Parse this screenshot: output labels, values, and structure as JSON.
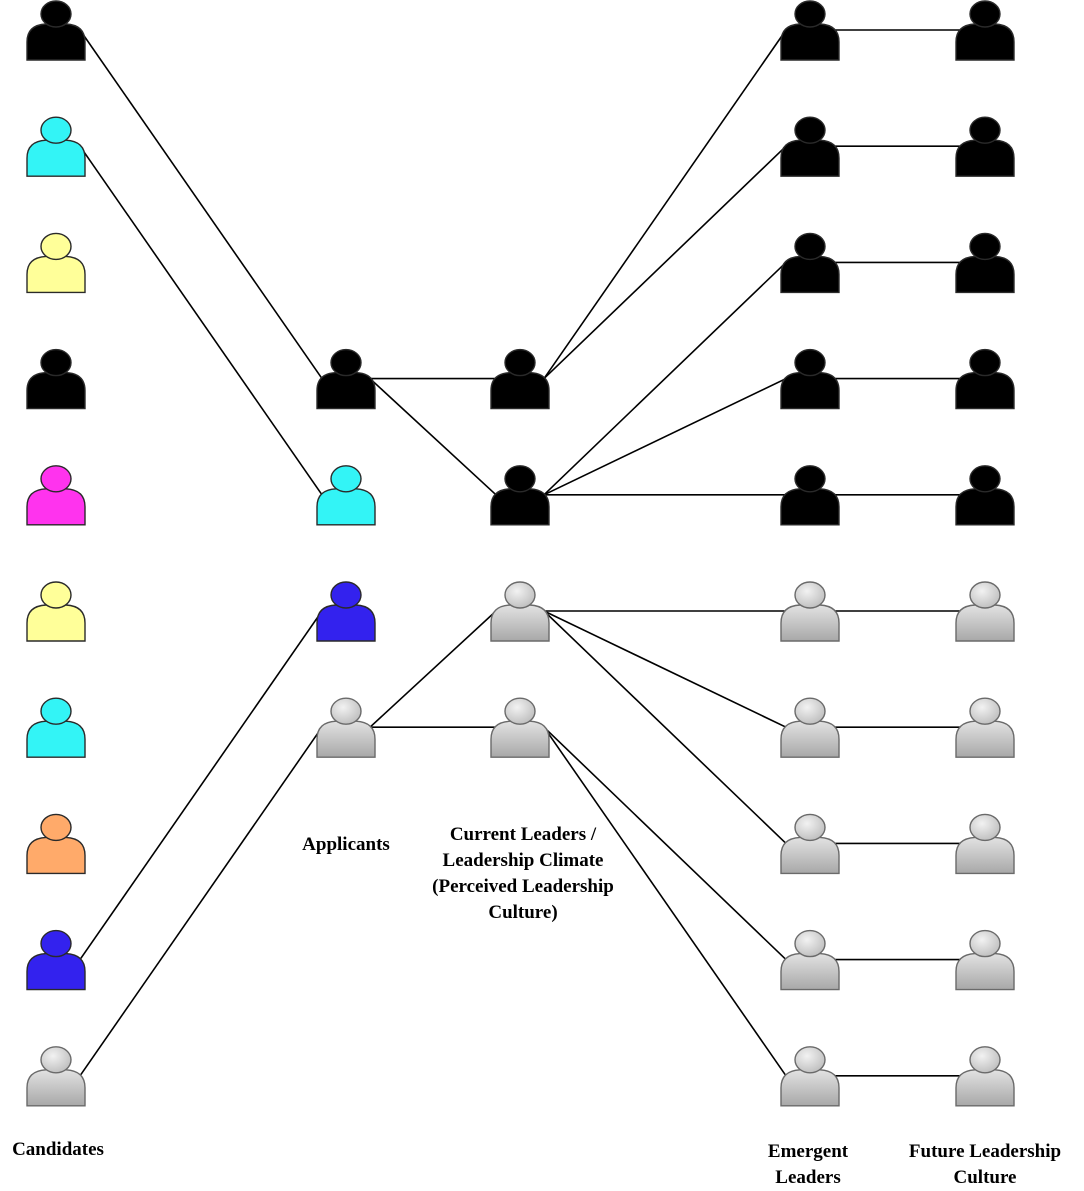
{
  "colors": {
    "black": "#000000",
    "cyan": "#33f4f6",
    "yellow": "#ffff99",
    "magenta": "#ff33ee",
    "blue": "#3322ee",
    "orange": "#ffaa6a",
    "gray": "#c0c0c0",
    "outline": "#2a2a2a",
    "line": "#000000"
  },
  "columns": {
    "candidates": {
      "label": "Candidates",
      "people": [
        "black",
        "cyan",
        "yellow",
        "black",
        "magenta",
        "yellow",
        "cyan",
        "orange",
        "blue",
        "gray"
      ]
    },
    "applicants": {
      "label": "Applicants",
      "people": [
        "black",
        "cyan",
        "blue",
        "gray"
      ]
    },
    "current_leaders": {
      "label_lines": [
        "Current Leaders /",
        "Leadership Climate",
        "(Perceived Leadership",
        "Culture)"
      ],
      "people": [
        "black",
        "black",
        "gray",
        "gray"
      ]
    },
    "emergent_leaders": {
      "label_lines": [
        "Emergent",
        "Leaders"
      ],
      "people": [
        "black",
        "black",
        "black",
        "black",
        "black",
        "gray",
        "gray",
        "gray",
        "gray",
        "gray"
      ]
    },
    "future_culture": {
      "label_lines": [
        "Future Leadership",
        "Culture"
      ],
      "people": [
        "black",
        "black",
        "black",
        "black",
        "black",
        "gray",
        "gray",
        "gray",
        "gray",
        "gray"
      ]
    }
  },
  "connections": [
    [
      "candidates.0",
      "applicants.0"
    ],
    [
      "candidates.1",
      "applicants.1"
    ],
    [
      "candidates.8",
      "applicants.2"
    ],
    [
      "candidates.9",
      "applicants.3"
    ],
    [
      "applicants.0",
      "current_leaders.0"
    ],
    [
      "applicants.0",
      "current_leaders.1"
    ],
    [
      "applicants.3",
      "current_leaders.2"
    ],
    [
      "applicants.3",
      "current_leaders.3"
    ],
    [
      "current_leaders.0",
      "emergent_leaders.0"
    ],
    [
      "current_leaders.0",
      "emergent_leaders.1"
    ],
    [
      "current_leaders.1",
      "emergent_leaders.2"
    ],
    [
      "current_leaders.1",
      "emergent_leaders.3"
    ],
    [
      "current_leaders.1",
      "emergent_leaders.4"
    ],
    [
      "current_leaders.2",
      "emergent_leaders.5"
    ],
    [
      "current_leaders.2",
      "emergent_leaders.6"
    ],
    [
      "current_leaders.2",
      "emergent_leaders.7"
    ],
    [
      "current_leaders.3",
      "emergent_leaders.8"
    ],
    [
      "current_leaders.3",
      "emergent_leaders.9"
    ],
    [
      "emergent_leaders.0",
      "future_culture.0"
    ],
    [
      "emergent_leaders.1",
      "future_culture.1"
    ],
    [
      "emergent_leaders.2",
      "future_culture.2"
    ],
    [
      "emergent_leaders.3",
      "future_culture.3"
    ],
    [
      "emergent_leaders.4",
      "future_culture.4"
    ],
    [
      "emergent_leaders.5",
      "future_culture.5"
    ],
    [
      "emergent_leaders.6",
      "future_culture.6"
    ],
    [
      "emergent_leaders.7",
      "future_culture.7"
    ],
    [
      "emergent_leaders.8",
      "future_culture.8"
    ],
    [
      "emergent_leaders.9",
      "future_culture.9"
    ]
  ]
}
